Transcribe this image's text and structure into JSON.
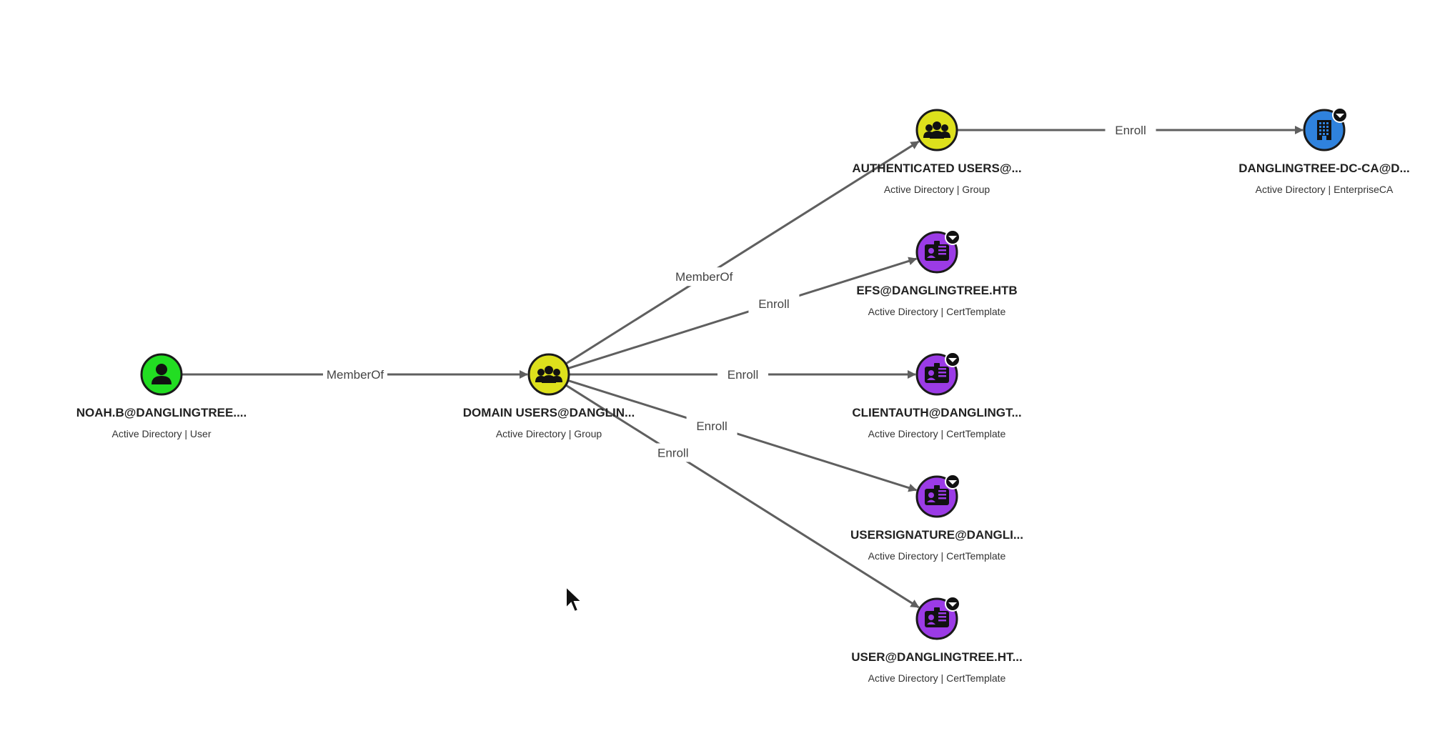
{
  "graph": {
    "nodes": [
      {
        "id": "noah",
        "label": "NOAH.B@DANGLINGTREE....",
        "sublabel": "Active Directory | User",
        "kind": "user",
        "color": "#22dd22",
        "icon": "user-icon",
        "badge": false
      },
      {
        "id": "domainusers",
        "label": "DOMAIN USERS@DANGLIN...",
        "sublabel": "Active Directory | Group",
        "kind": "group",
        "color": "#dde01c",
        "icon": "group-icon",
        "badge": false
      },
      {
        "id": "authusers",
        "label": "AUTHENTICATED USERS@...",
        "sublabel": "Active Directory | Group",
        "kind": "group",
        "color": "#dde01c",
        "icon": "group-icon",
        "badge": false
      },
      {
        "id": "dcca",
        "label": "DANGLINGTREE-DC-CA@D...",
        "sublabel": "Active Directory | EnterpriseCA",
        "kind": "enterpriseca",
        "color": "#2f82dd",
        "icon": "building-icon",
        "badge": true
      },
      {
        "id": "efs",
        "label": "EFS@DANGLINGTREE.HTB",
        "sublabel": "Active Directory | CertTemplate",
        "kind": "certtemplate",
        "color": "#9b3be6",
        "icon": "id-card-icon",
        "badge": true
      },
      {
        "id": "clientauth",
        "label": "CLIENTAUTH@DANGLINGT...",
        "sublabel": "Active Directory | CertTemplate",
        "kind": "certtemplate",
        "color": "#9b3be6",
        "icon": "id-card-icon",
        "badge": true
      },
      {
        "id": "usersig",
        "label": "USERSIGNATURE@DANGLI...",
        "sublabel": "Active Directory | CertTemplate",
        "kind": "certtemplate",
        "color": "#9b3be6",
        "icon": "id-card-icon",
        "badge": true
      },
      {
        "id": "user",
        "label": "USER@DANGLINGTREE.HT...",
        "sublabel": "Active Directory | CertTemplate",
        "kind": "certtemplate",
        "color": "#9b3be6",
        "icon": "id-card-icon",
        "badge": true
      }
    ],
    "edges": [
      {
        "from": "noah",
        "to": "domainusers",
        "label": "MemberOf"
      },
      {
        "from": "domainusers",
        "to": "authusers",
        "label": "MemberOf"
      },
      {
        "from": "authusers",
        "to": "dcca",
        "label": "Enroll"
      },
      {
        "from": "domainusers",
        "to": "efs",
        "label": "Enroll"
      },
      {
        "from": "domainusers",
        "to": "clientauth",
        "label": "Enroll"
      },
      {
        "from": "domainusers",
        "to": "usersig",
        "label": "Enroll"
      },
      {
        "from": "domainusers",
        "to": "user",
        "label": "Enroll"
      }
    ]
  }
}
